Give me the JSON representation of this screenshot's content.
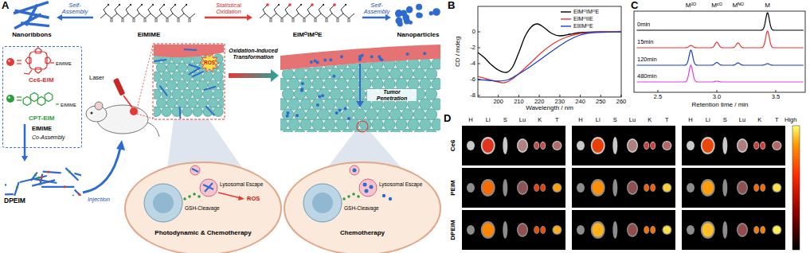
{
  "diagram": {
    "nodes": [
      {
        "text": [
          "Nanoribbons"
        ]
      },
      {
        "text": [
          "EIMIME"
        ]
      },
      {
        "text": [
          "EIMᴼIMᴼE"
        ]
      },
      {
        "text": [
          "Nanoparticles"
        ]
      },
      {
        "text": [
          "EIMIME",
          "Ce6-EIM",
          "EIMIME",
          "CPT-EIM",
          "EIMIME",
          "Co-Assembly"
        ]
      },
      {
        "text": [
          "DPEIM"
        ]
      }
    ],
    "edges": [
      {
        "from": 1,
        "to": 0,
        "arrow": "to",
        "label": "Self-Assembly"
      },
      {
        "from": 1,
        "to": 2,
        "arrow": "to",
        "label": "Statistical Oxidation"
      },
      {
        "from": 2,
        "to": 3,
        "arrow": "to",
        "label": "Self-Assembly"
      },
      {
        "from": 4,
        "to": 5,
        "arrow": "to"
      }
    ],
    "labels": [
      "A",
      "Laser",
      "ROS",
      "Oxidation-Induced Transformation",
      "Tumor Penetration",
      "Injection",
      "Lysosomal Escape",
      "ROS",
      "GSH-Cleavage",
      "Photodynamic & Chemotherapy",
      "Lysosomal Escape",
      "GSH-Cleavage",
      "Chemotherapy",
      "B",
      "0",
      "-2",
      "-4",
      "-6",
      "-8",
      "200",
      "210",
      "220",
      "230",
      "240",
      "250",
      "260",
      "CD / mdeg",
      "Wavelength / nm",
      "C",
      "M²ᴼ",
      "Mᶜᴼ",
      "Mᴺᴼ",
      "M",
      "0min",
      "15min",
      "120min",
      "480min",
      "2.5",
      "3.0",
      "3.5",
      "Retention time / min",
      "D",
      "H",
      "Li",
      "S",
      "Lu",
      "K",
      "T",
      "H",
      "Li",
      "S",
      "Lu",
      "K",
      "T",
      "H",
      "Li",
      "S",
      "Lu",
      "K",
      "T",
      "Ce6",
      "PEIM",
      "DPEIM",
      "High"
    ],
    "legend": [
      {
        "text": "EIMᴼIMᴼE"
      },
      {
        "text": "EIMᴼIIE"
      },
      {
        "text": "EIIIMᴼE"
      }
    ]
  }
}
